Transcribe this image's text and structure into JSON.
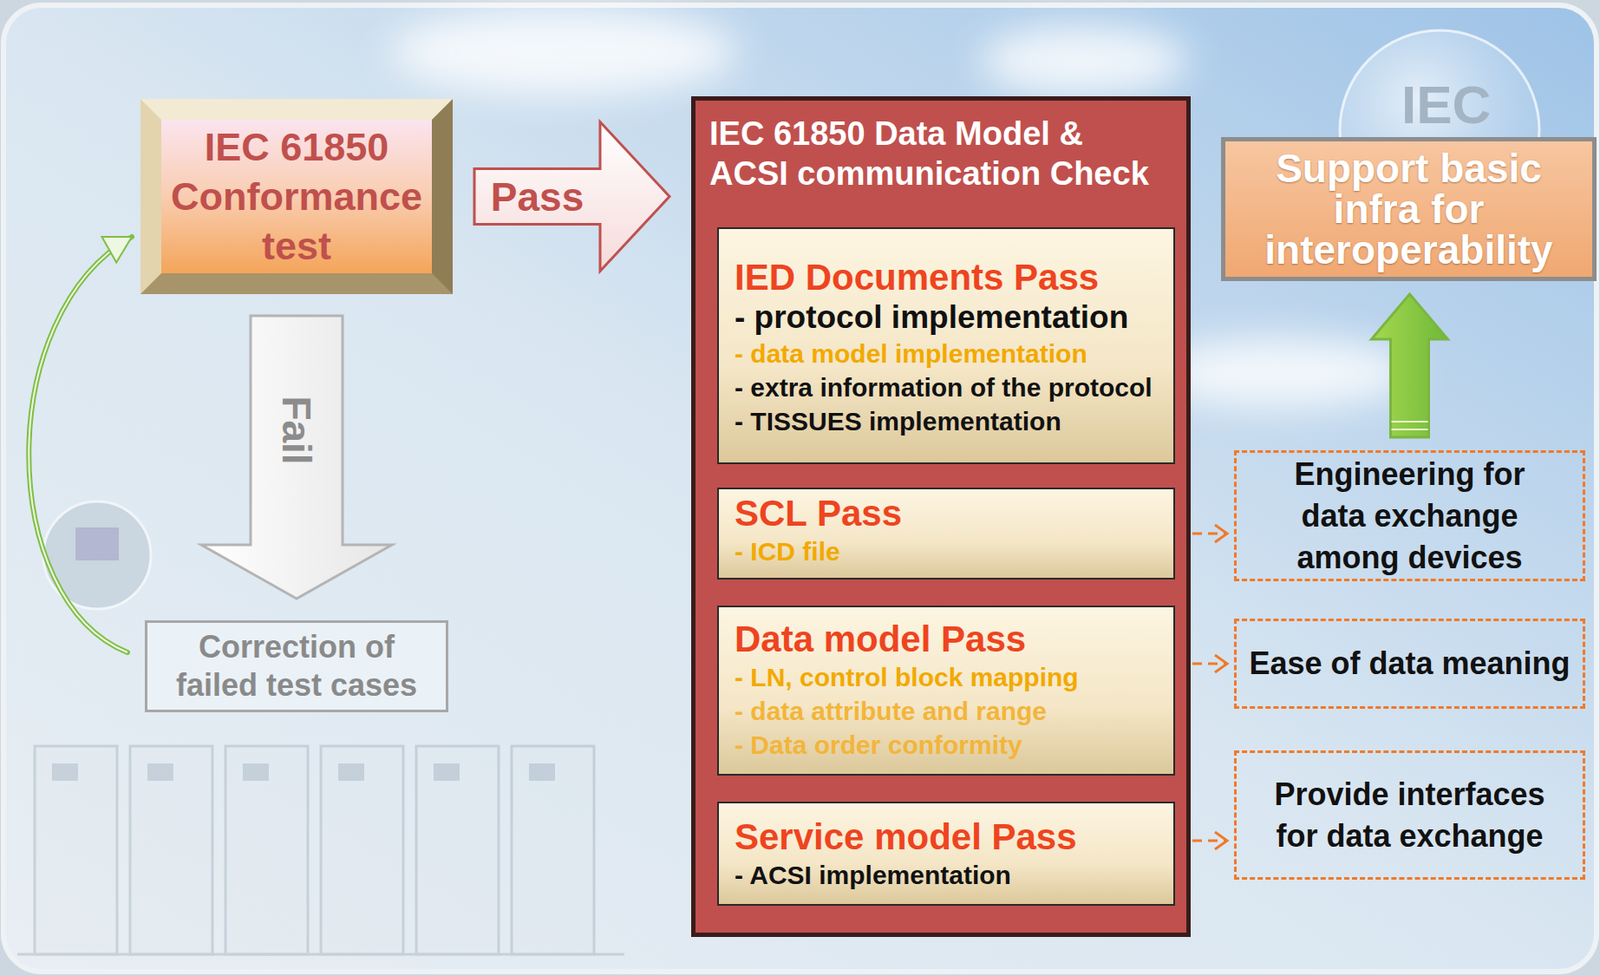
{
  "diagram": {
    "nodes": [
      {
        "text": [
          "IEC 61850 Conformance test"
        ]
      },
      {
        "text": [
          "Correction of failed test cases"
        ]
      },
      {
        "text": [
          "IEC 61850 Data Model & ACSI communication Check"
        ]
      },
      {
        "text": [
          "IED Documents Pass",
          "- protocol implementation",
          "- data model implementation",
          "- extra information of the protocol",
          "- TISSUES implementation"
        ],
        "in": 2
      },
      {
        "text": [
          "SCL Pass",
          "- ICD file"
        ],
        "in": 2
      },
      {
        "text": [
          "Data model Pass",
          "- LN, control block mapping",
          "- data attribute and range",
          "- Data order conformity"
        ],
        "in": 2
      },
      {
        "text": [
          "Service model Pass",
          "- ACSI implementation"
        ],
        "in": 2
      },
      {
        "text": [
          "Support basic infra for interoperability"
        ]
      },
      {
        "text": [
          "Engineering for data exchange among devices"
        ]
      },
      {
        "text": [
          "Ease of data meaning"
        ]
      },
      {
        "text": [
          "Provide interfaces for data exchange"
        ]
      }
    ],
    "edges": [
      {
        "from": 0,
        "to": 2,
        "label": "Pass",
        "arrow": "to"
      },
      {
        "from": 0,
        "to": 1,
        "label": "Fail",
        "arrow": "to"
      },
      {
        "from": 1,
        "to": 0,
        "arrow": "to"
      },
      {
        "from": 4,
        "to": 8,
        "arrow": "to"
      },
      {
        "from": 5,
        "to": 9,
        "arrow": "to"
      },
      {
        "from": 6,
        "to": 10,
        "arrow": "to"
      },
      {
        "from": 8,
        "to": 7,
        "arrow": "to"
      }
    ],
    "labels": [
      "IEC"
    ]
  }
}
